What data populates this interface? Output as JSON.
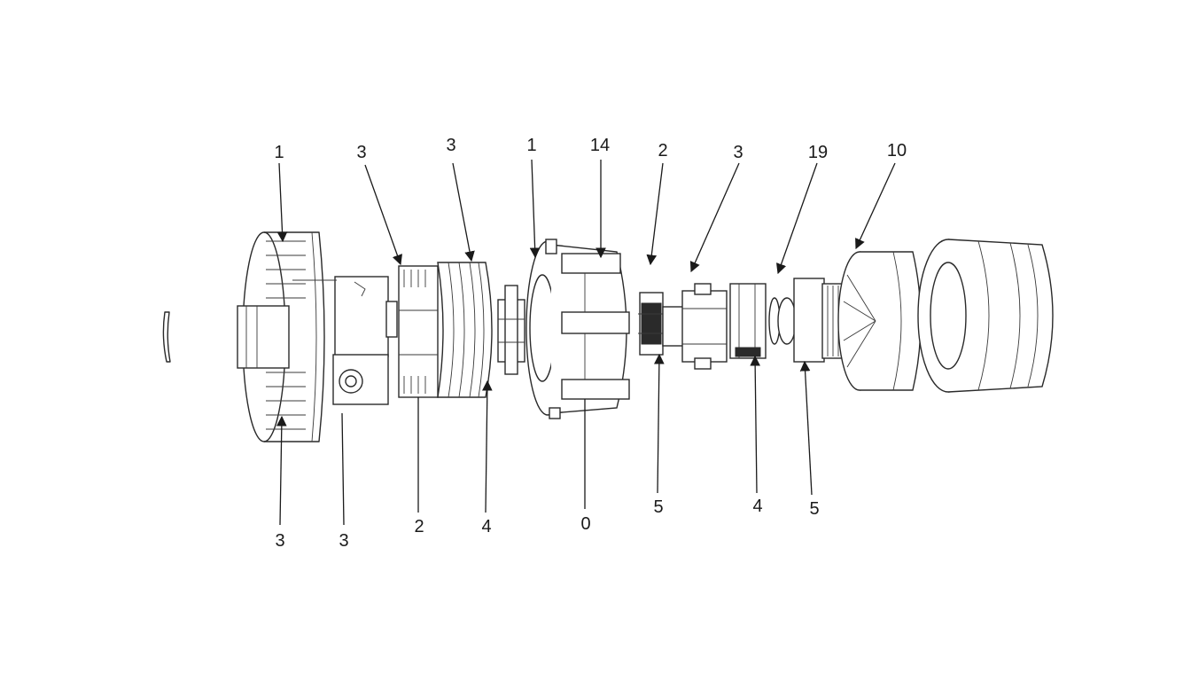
{
  "callouts_top": [
    "1",
    "3",
    "3",
    "1",
    "14",
    "2",
    "3",
    "19",
    "10"
  ],
  "callouts_bottom": [
    "3",
    "3",
    "2",
    "4",
    "0",
    "5",
    "4",
    "5"
  ],
  "colors": {
    "line": "#2a2a2a",
    "background": "#ffffff"
  }
}
